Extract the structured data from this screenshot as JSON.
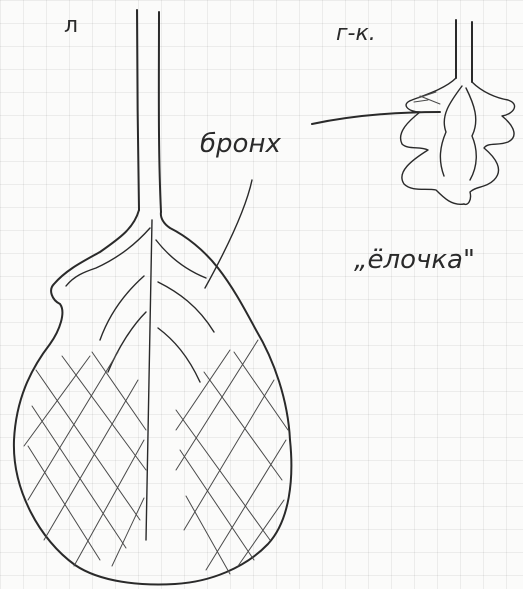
{
  "labels": {
    "panel_left": "л",
    "panel_right": "г-к.",
    "bronchus": "бронх",
    "tree_caption": "„ёлочка\""
  }
}
